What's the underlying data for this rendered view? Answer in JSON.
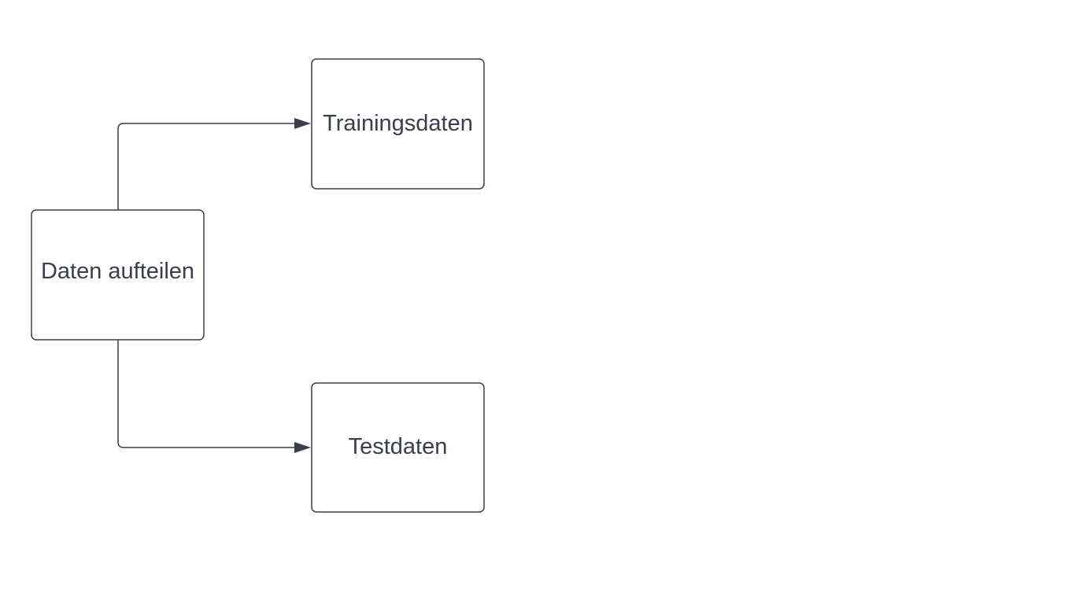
{
  "diagram": {
    "nodes": {
      "split": {
        "label": "Daten aufteilen"
      },
      "train": {
        "label": "Trainingsdaten"
      },
      "test": {
        "label": "Testdaten"
      }
    },
    "edges": [
      {
        "from": "split",
        "to": "train"
      },
      {
        "from": "split",
        "to": "test"
      }
    ],
    "colors": {
      "stroke": "#3a3d4a",
      "background": "#ffffff"
    }
  }
}
